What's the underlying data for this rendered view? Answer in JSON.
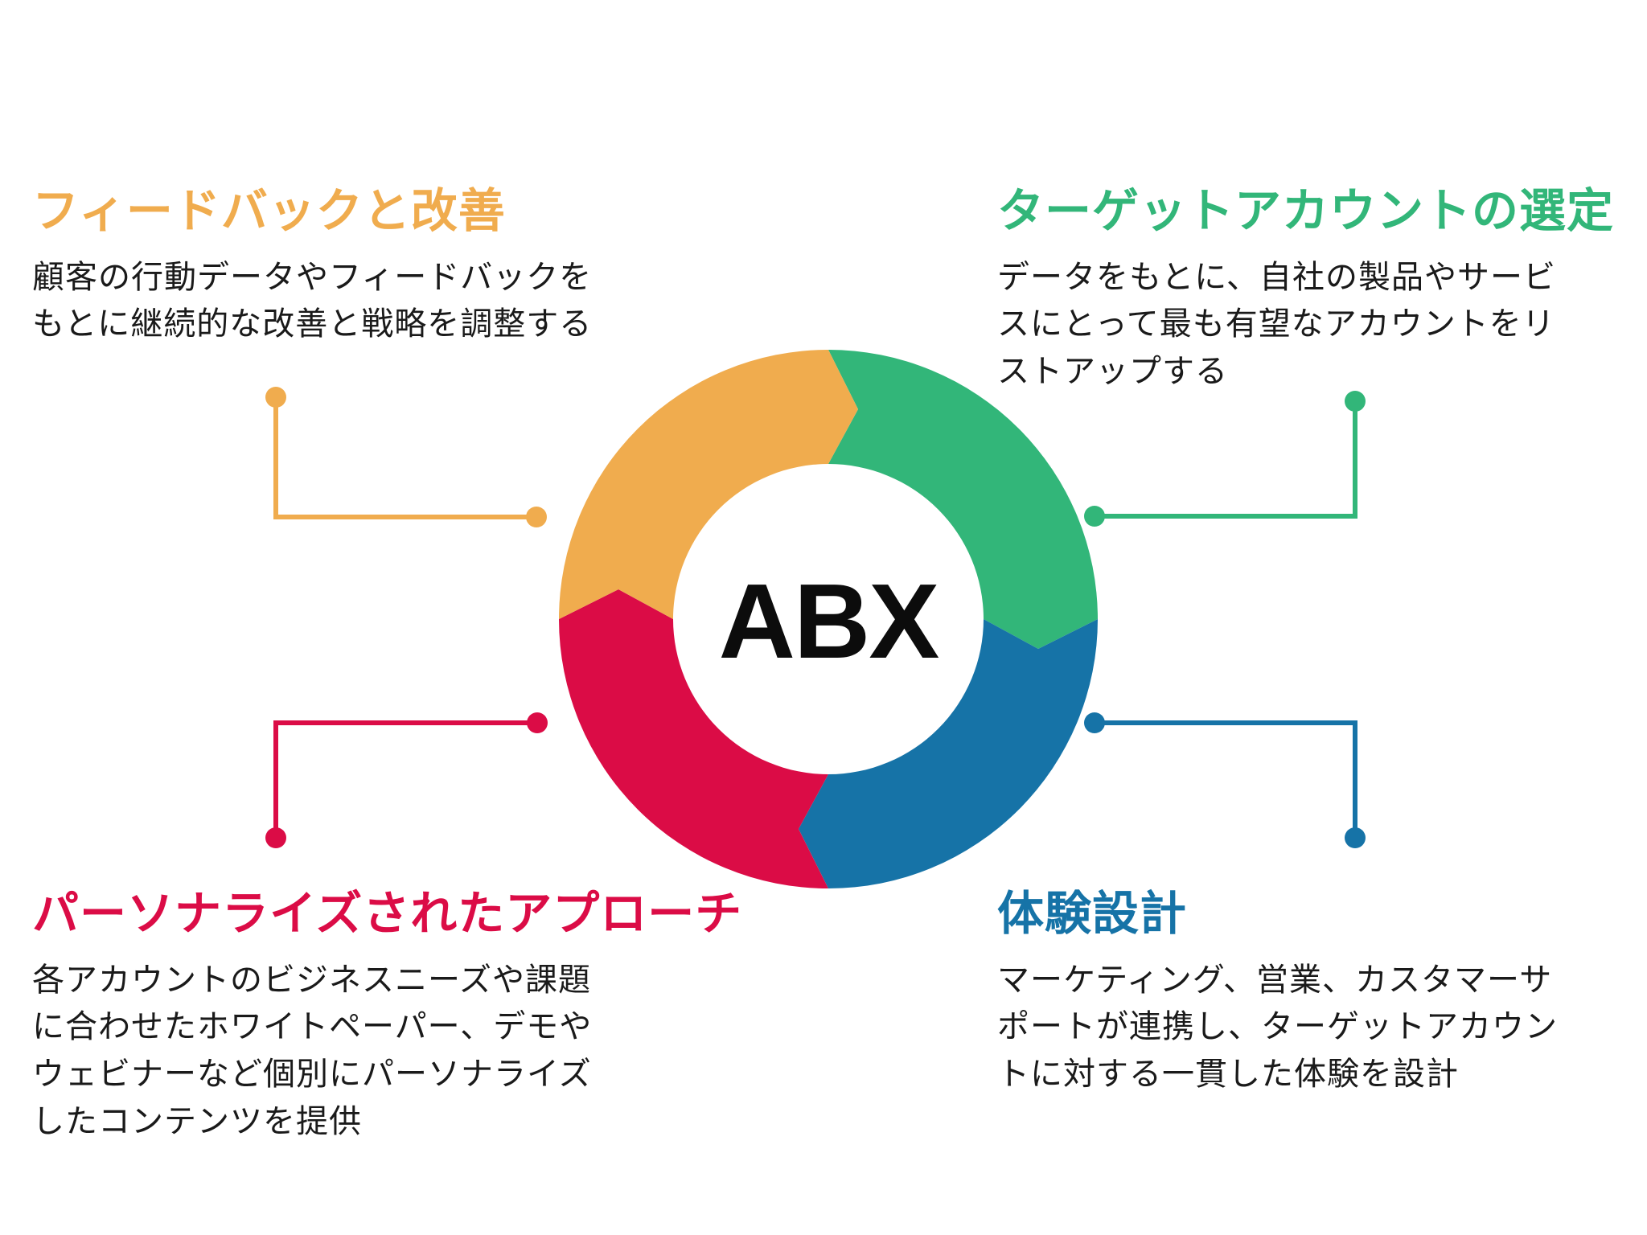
{
  "diagram": {
    "center_label": "ABX",
    "type": "cycle",
    "direction": "clockwise",
    "colors": {
      "orange": "#F0AC4E",
      "green": "#32B679",
      "blue": "#1673A7",
      "red": "#DB0C46"
    }
  },
  "sections": {
    "feedback": {
      "title": "フィードバックと改善",
      "body": "顧客の行動データやフィードバックを\nもとに継続的な改善と戦略を調整する"
    },
    "targeting": {
      "title": "ターゲットアカウントの選定",
      "body": "データをもとに、自社の製品やサービ\nスにとって最も有望なアカウントをリ\nストアップする"
    },
    "personalization": {
      "title": "パーソナライズされたアプローチ",
      "body": "各アカウントのビジネスニーズや課題\nに合わせたホワイトペーパー、デモや\nウェビナーなど個別にパーソナライズ\nしたコンテンツを提供"
    },
    "experience": {
      "title": "体験設計",
      "body": "マーケティング、営業、カスタマーサ\nポートが連携し、ターゲットアカウン\nトに対する一貫した体験を設計"
    }
  }
}
